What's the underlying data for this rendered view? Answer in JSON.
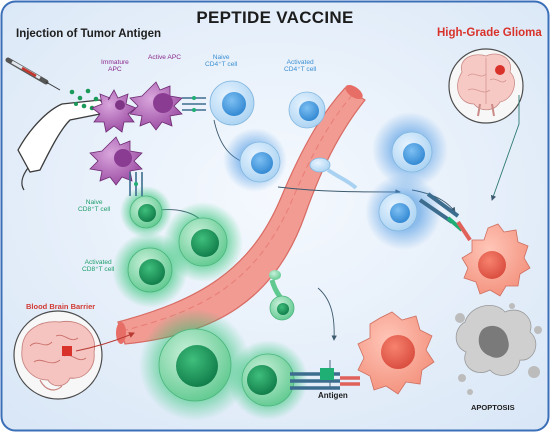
{
  "title": "PEPTIDE VACCINE",
  "injection_label": "Injection of Tumor Antigen",
  "glioma_label": "High-Grade Glioma",
  "immature_apc": {
    "line1": "Immature",
    "line2": "APC"
  },
  "active_apc": "Active APC",
  "naive_cd4": {
    "line1": "Naive",
    "line2": "CD4⁺T cell"
  },
  "activated_cd4": {
    "line1": "Activated",
    "line2": "CD4⁺T cell"
  },
  "naive_cd8": {
    "line1": "Naive",
    "line2": "CD8⁺T cell"
  },
  "activated_cd8": {
    "line1": "Activated",
    "line2": "CD8⁺T cell"
  },
  "bbb_label": "Blood Brain Barrier",
  "antigen_label": "Antigen",
  "apoptosis_label": "APOPTOSIS",
  "colors": {
    "background": "#eaf1fb",
    "vessel": "#f08a86",
    "apc": "#a04ea6",
    "cd4": "#5aa9e6",
    "cd8": "#1fae73",
    "tumor": "#f08a7a",
    "title_red": "#d9322a"
  }
}
